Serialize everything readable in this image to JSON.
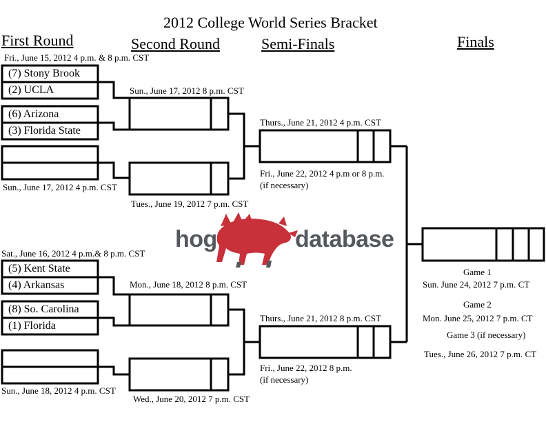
{
  "title": "2012 College World Series Bracket",
  "rounds": {
    "first": "First Round",
    "second": "Second Round",
    "semi": "Semi-Finals",
    "finals": "Finals"
  },
  "top": {
    "date_first": "Fri., June 15, 2012 4 p.m. & 8 p.m. CST",
    "teams": [
      "(7) Stony Brook",
      "(2) UCLA",
      "(6) Arizona",
      "(3) Florida State"
    ],
    "second_winners_date": "Sun., June 17, 2012 8 p.m. CST",
    "elim_first_date": "Sun., June 17, 2012 4 p.m. CST",
    "second_elim_date": "Tues., June 19, 2012 7 p.m. CST",
    "semi_date": "Thurs., June 21, 2012 4 p.m. CST",
    "semi_if_date": "Fri., June 22, 2012  4 p.m or 8 p.m.",
    "semi_if_note": "(if necessary)"
  },
  "bottom": {
    "date_first": "Sat., June 16, 2012 4 p.m.& 8 p.m. CST",
    "teams": [
      "(5) Kent State",
      "(4) Arkansas",
      "(8) So. Carolina",
      "(1) Florida"
    ],
    "second_winners_date": "Mon., June 18, 2012 8 p.m. CST",
    "elim_first_date": "Sun., June 18, 2012 4 p.m. CST",
    "second_elim_date": "Wed., June 20, 2012 7 p.m. CST",
    "semi_date": "Thurs., June 21, 2012 8 p.m. CST",
    "semi_if_date": "Fri., June 22, 2012 8 p.m.",
    "semi_if_note": "(if necessary)"
  },
  "finals": {
    "game1_label": "Game 1",
    "game1_date": "Sun. June 24, 2012 7 p.m. CT",
    "game2_label": "Game 2",
    "game2_date": "Mon. June 25, 2012 7 p.m. CT",
    "game3_label": "Game 3 (if necessary)",
    "game3_date": "Tues., June 26, 2012 7 p.m. CT"
  },
  "watermark": "hogdatabase"
}
